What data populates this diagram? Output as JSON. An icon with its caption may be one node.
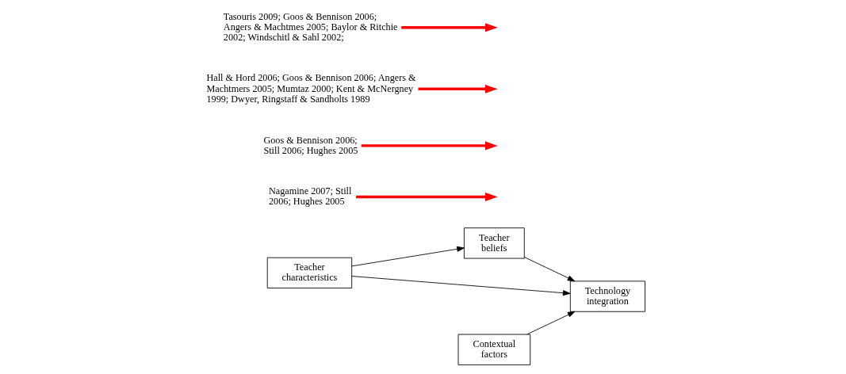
{
  "diagram": {
    "nodes": [
      {
        "text": [
          "Teacher characteristics"
        ]
      },
      {
        "text": [
          "Teacher beliefs"
        ]
      },
      {
        "text": [
          "Contextual factors"
        ]
      },
      {
        "text": [
          "Technology integration"
        ]
      },
      {
        "text": [
          "Nagamine 2007; Still 2006; Hughes 2005"
        ]
      },
      {
        "text": [
          "Goos & Bennison 2006; Still 2006; Hughes 2005"
        ]
      },
      {
        "text": [
          "Hall & Hord 2006; Goos & Bennison 2006; Angers & Machtmers 2005; Mumtaz 2000; Kent & McNergney 1999; Dwyer, Ringstaff & Sandholts 1989"
        ]
      },
      {
        "text": [
          "Tasouris 2009; Goos & Bennison 2006; Angers & Machtmes 2005; Baylor & Ritchie 2002; Windschitl & Sahl 2002;"
        ]
      }
    ],
    "edges": [
      {
        "from": 0,
        "to": 3,
        "arrow": "to"
      },
      {
        "from": 0,
        "to": 1,
        "arrow": "to"
      },
      {
        "from": 1,
        "to": 3,
        "arrow": "to"
      },
      {
        "from": 2,
        "to": 3,
        "arrow": "to"
      },
      {
        "from": 4,
        "to": null,
        "arrow": "to",
        "style": "thick",
        "color": "#ff0000"
      },
      {
        "from": 5,
        "to": null,
        "arrow": "to",
        "style": "thick",
        "color": "#ff0000"
      },
      {
        "from": 6,
        "to": null,
        "arrow": "to",
        "style": "thick",
        "color": "#ff0000"
      },
      {
        "from": 7,
        "to": null,
        "arrow": "to",
        "style": "thick",
        "color": "#ff0000"
      }
    ]
  }
}
